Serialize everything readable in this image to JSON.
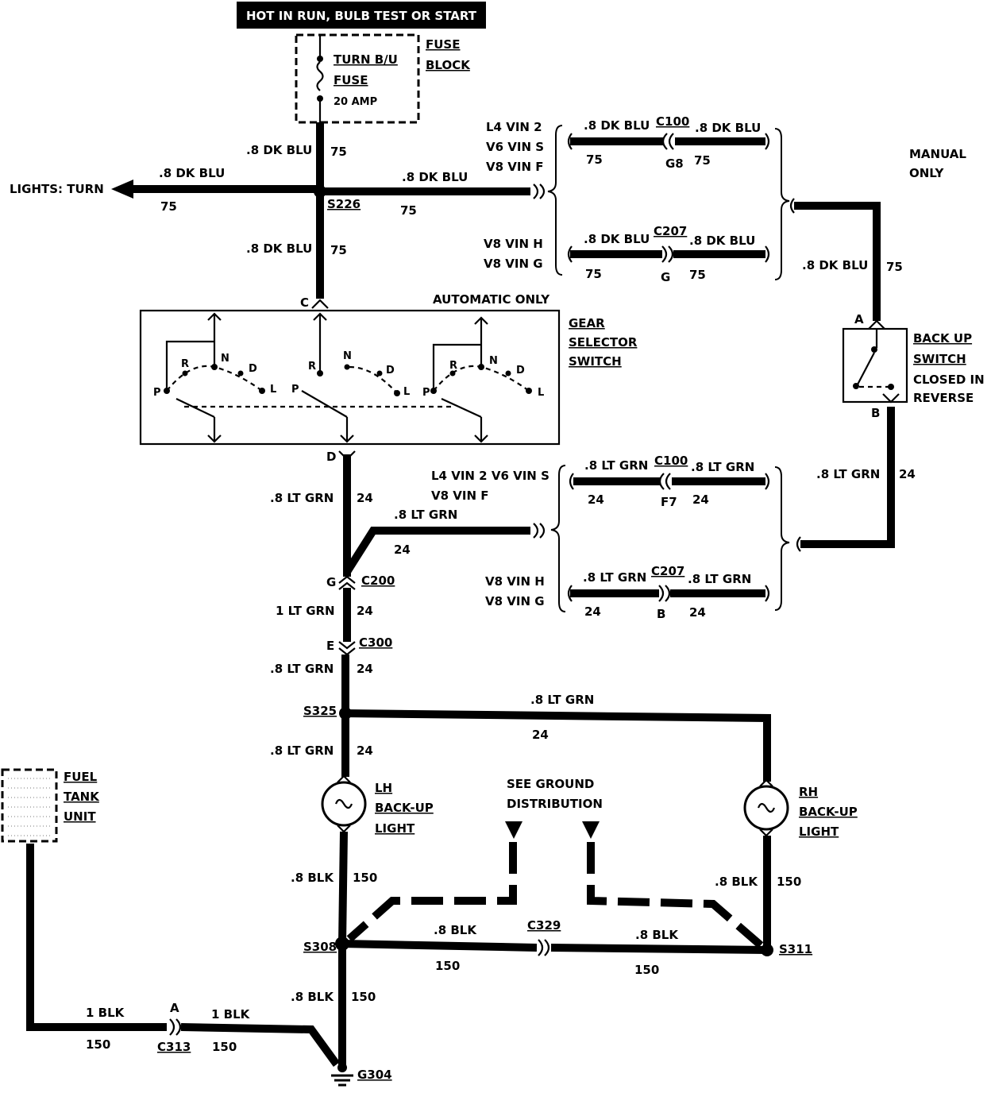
{
  "header": {
    "power_label": "HOT IN RUN, BULB TEST OR START"
  },
  "fuse_block": {
    "label_line1": "FUSE",
    "label_line2": "BLOCK",
    "fuse_name_line1": "TURN B/U",
    "fuse_name_line2": "FUSE",
    "fuse_rating": "20 AMP"
  },
  "top_section": {
    "wire_fuse_out": ".8 DK BLU",
    "circuit_75": "75",
    "lights_turn_label": "LIGHTS: TURN",
    "wire_left": ".8 DK BLU",
    "wire_right": ".8 DK BLU",
    "splice_s226": "S226",
    "wire_down": ".8 DK BLU",
    "variant_a_line1": "L4 VIN 2",
    "variant_a_line2": "V6 VIN S",
    "variant_a_line3": "V8 VIN F",
    "variant_b_line1": "V8 VIN H",
    "variant_b_line2": "V8 VIN G",
    "c100_label": "C100",
    "c100_pin": "G8",
    "c207_label": "C207",
    "c207_pin": "G",
    "manual_line1": "MANUAL",
    "manual_line2": "ONLY",
    "wire_manual": ".8 DK BLU"
  },
  "backup_switch": {
    "pin_a": "A",
    "pin_b": "B",
    "label_line1": "BACK UP",
    "label_line2": "SWITCH",
    "label_line3": "CLOSED IN",
    "label_line4": "REVERSE"
  },
  "gear_selector": {
    "automatic_only": "AUTOMATIC ONLY",
    "pin_c": "C",
    "pin_d": "D",
    "label_line1": "GEAR",
    "label_line2": "SELECTOR",
    "label_line3": "SWITCH",
    "positions": [
      "P",
      "R",
      "N",
      "D",
      "L"
    ]
  },
  "middle_section": {
    "wire_lt_grn": ".8 LT GRN",
    "circuit_24": "24",
    "variant_a_line1": "L4 VIN 2 V6 VIN S",
    "variant_a_line2": "V8 VIN F",
    "variant_b_line1": "V8 VIN H",
    "variant_b_line2": "V8 VIN G",
    "c100_label": "C100",
    "c100_pin": "F7",
    "c207_label": "C207",
    "c207_pin": "B",
    "c200_label": "C200",
    "c200_pin": "G",
    "wire_1_lt_grn": "1 LT GRN",
    "c300_label": "C300",
    "c300_pin": "E",
    "splice_s325": "S325"
  },
  "lights": {
    "lh_line1": "LH",
    "lh_line2": "BACK-UP",
    "lh_line3": "LIGHT",
    "rh_line1": "RH",
    "rh_line2": "BACK-UP",
    "rh_line3": "LIGHT",
    "see_ground_line1": "SEE GROUND",
    "see_ground_line2": "DISTRIBUTION"
  },
  "ground_section": {
    "wire_blk": ".8 BLK",
    "circuit_150": "150",
    "splice_s308": "S308",
    "splice_s311": "S311",
    "c329_label": "C329",
    "fuel_line1": "FUEL",
    "fuel_line2": "TANK",
    "fuel_line3": "UNIT",
    "wire_1_blk": "1 BLK",
    "c313_label": "C313",
    "c313_pin": "A",
    "ground_g304": "G304"
  }
}
